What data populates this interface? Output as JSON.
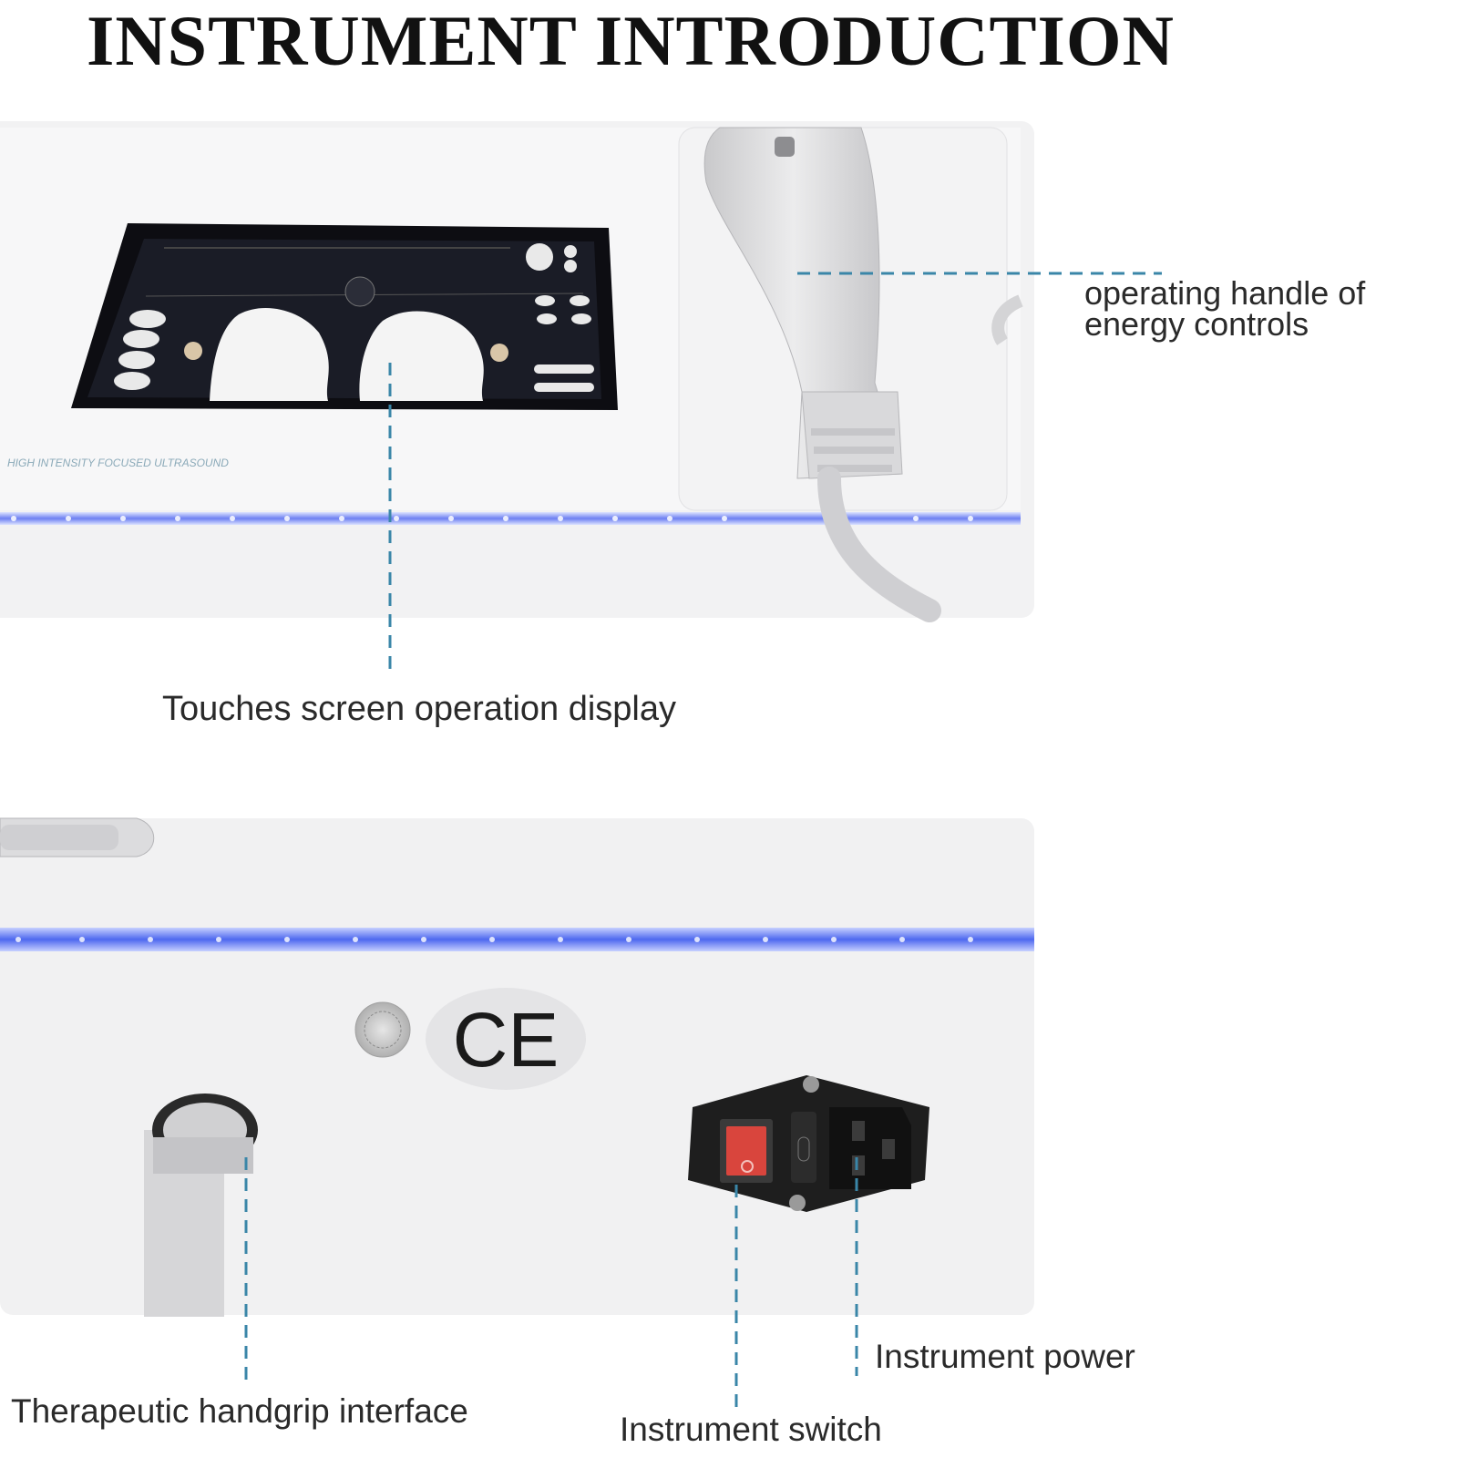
{
  "title": "INSTRUMENT INTRODUCTION",
  "device": {
    "panel_text": "HIGH INTENSITY FOCUSED ULTRASOUND",
    "certification_mark": "CE"
  },
  "callouts": {
    "handle": [
      "operating handle of",
      "energy controls"
    ],
    "display": "Touches screen operation display",
    "handgrip_interface": "Therapeutic handgrip interface",
    "power": "Instrument power",
    "switch": "Instrument switch"
  },
  "colors": {
    "led_strip": "#5b73f0",
    "leader_line": "#3a86a8",
    "switch_red": "#d9453d",
    "socket_black": "#1e1e1e"
  }
}
